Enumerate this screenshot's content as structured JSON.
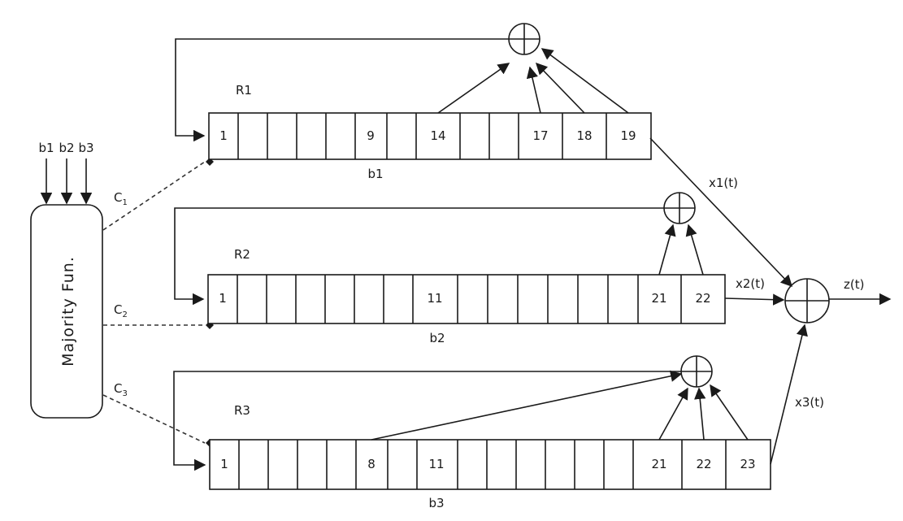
{
  "majority": {
    "label": "Majority Fun."
  },
  "inputs": [
    "b1",
    "b2",
    "b3"
  ],
  "registers": [
    {
      "name": "R1",
      "clock_label": "C",
      "clock_sub": "1",
      "clock_bit": "b1",
      "output": "x1(t)",
      "cells": [
        "1",
        "",
        "",
        "",
        "",
        "9",
        "",
        "14",
        "",
        "",
        "17",
        "18",
        "19"
      ]
    },
    {
      "name": "R2",
      "clock_label": "C",
      "clock_sub": "2",
      "clock_bit": "b2",
      "output": "x2(t)",
      "cells": [
        "1",
        "",
        "",
        "",
        "",
        "",
        "",
        "11",
        "",
        "",
        "",
        "",
        "",
        "",
        "21",
        "22"
      ]
    },
    {
      "name": "R3",
      "clock_label": "C",
      "clock_sub": "3",
      "clock_bit": "b3",
      "output": "x3(t)",
      "cells": [
        "1",
        "",
        "",
        "",
        "",
        "8",
        "",
        "11",
        "",
        "",
        "",
        "",
        "",
        "",
        "",
        "21",
        "22",
        "23"
      ]
    }
  ],
  "final_output": "z(t)"
}
